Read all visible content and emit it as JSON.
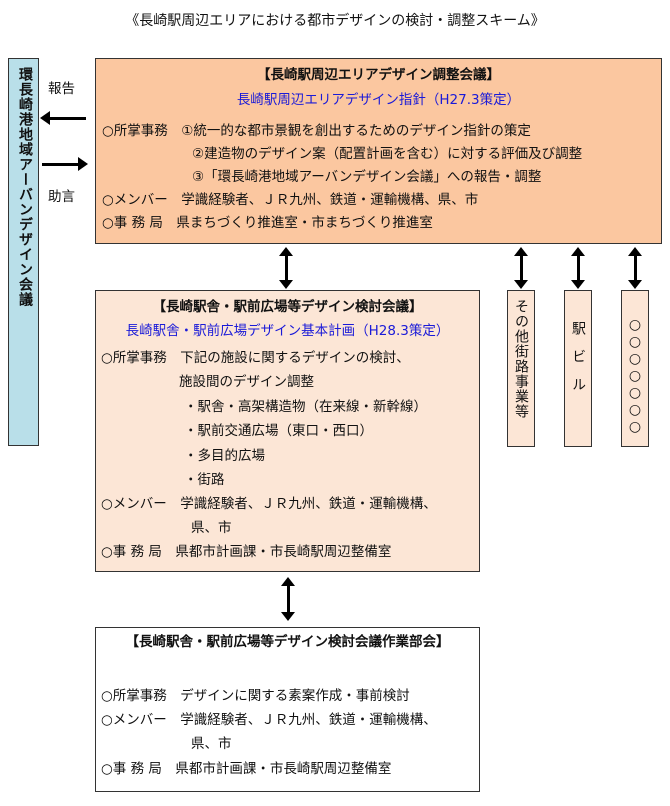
{
  "title": "《長崎駅周辺エリアにおける都市デザインの検討・調整スキーム》",
  "left_bar": "環長崎港地域アーバンデザイン会議",
  "report_label": "報告",
  "advice_label": "助言",
  "box1": {
    "title": "【長崎駅周辺エリアデザイン調整会議】",
    "subtitle": "長崎駅周辺エリアデザイン指針（H27.3策定）",
    "lines": [
      "○所掌事務　①統一的な都市景観を創出するためのデザイン指針の策定",
      "②建造物のデザイン案（配置計画を含む）に対する評価及び調整",
      "③「環長崎港地域アーバンデザイン会議」への報告・調整",
      "○メンバー　学識経験者、ＪＲ九州、鉄道・運輸機構、県、市",
      "○事 務 局　県まちづくり推進室・市まちづくり推進室"
    ]
  },
  "box2": {
    "title": "【長崎駅舎・駅前広場等デザイン検討会議】",
    "subtitle": "長崎駅舎・駅前広場デザイン基本計画（H28.3策定）",
    "lines": [
      "○所掌事務　下記の施設に関するデザインの検討、",
      "施設間のデザイン調整",
      "・駅舎・高架構造物（在来線・新幹線）",
      "・駅前交通広場（東口・西口）",
      "・多目的広場",
      "・街路",
      "○メンバー　学識経験者、ＪＲ九州、鉄道・運輸機構、",
      "県、市",
      "○事 務 局　県都市計画課・市長崎駅周辺整備室"
    ]
  },
  "side_boxes": [
    "その他街路事業等",
    "駅ビル",
    "○○○○○○○"
  ],
  "box3": {
    "title": "【長崎駅舎・駅前広場等デザイン検討会議作業部会】",
    "lines": [
      "○所掌事務　デザインに関する素案作成・事前検討",
      "○メンバー　学識経験者、ＪＲ九州、鉄道・運輸機構、",
      "県、市",
      "○事 務 局　県都市計画課・市長崎駅周辺整備室"
    ]
  },
  "colors": {
    "box1": "#fbc7a0",
    "box2": "#fce6d6",
    "left_bar": "#b9dfe9",
    "blue_text": "#1a1ad8"
  }
}
